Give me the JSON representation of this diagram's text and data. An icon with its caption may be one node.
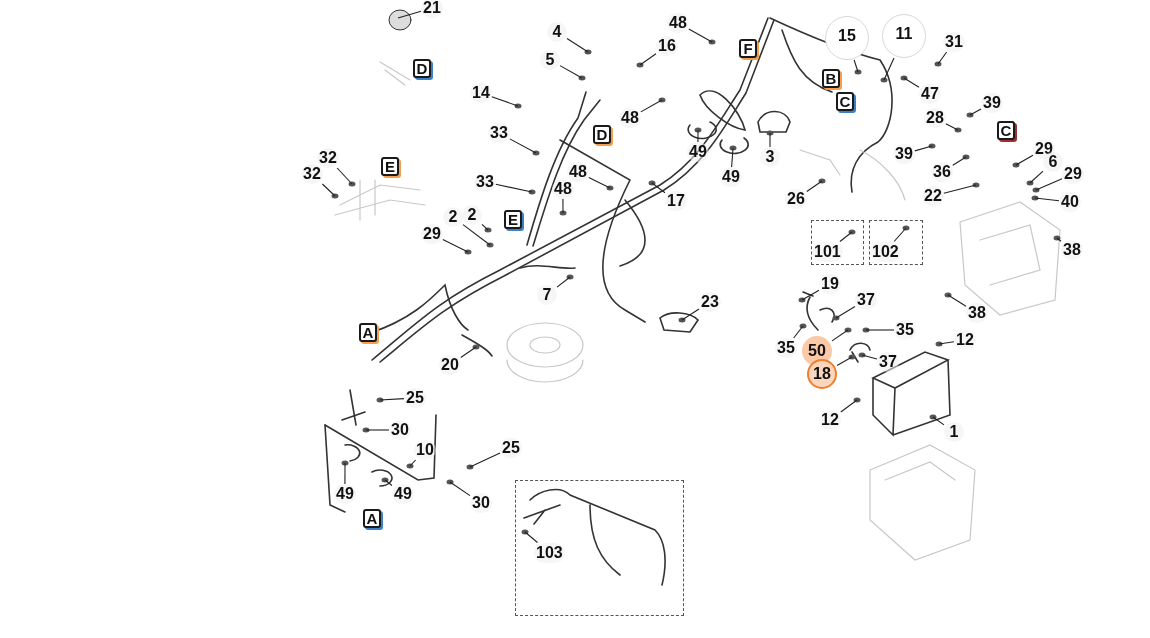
{
  "diagram": {
    "nodes": [
      {
        "text": [
          "21"
        ]
      },
      {
        "text": [
          "15"
        ]
      },
      {
        "text": [
          "11"
        ]
      },
      {
        "text": [
          "48"
        ]
      },
      {
        "text": [
          "4"
        ]
      },
      {
        "text": [
          "31"
        ]
      },
      {
        "text": [
          "16"
        ]
      },
      {
        "text": [
          "F"
        ]
      },
      {
        "text": [
          "5"
        ]
      },
      {
        "text": [
          "D"
        ]
      },
      {
        "text": [
          "B"
        ]
      },
      {
        "text": [
          "47"
        ]
      },
      {
        "text": [
          "14"
        ]
      },
      {
        "text": [
          "C"
        ]
      },
      {
        "text": [
          "39"
        ]
      },
      {
        "text": [
          "48"
        ]
      },
      {
        "text": [
          "28"
        ]
      },
      {
        "text": [
          "C"
        ]
      },
      {
        "text": [
          "33"
        ]
      },
      {
        "text": [
          "D"
        ]
      },
      {
        "text": [
          "29"
        ]
      },
      {
        "text": [
          "49"
        ]
      },
      {
        "text": [
          "39"
        ]
      },
      {
        "text": [
          "3"
        ]
      },
      {
        "text": [
          "32"
        ]
      },
      {
        "text": [
          "E"
        ]
      },
      {
        "text": [
          "6"
        ]
      },
      {
        "text": [
          "48"
        ]
      },
      {
        "text": [
          "36"
        ]
      },
      {
        "text": [
          "32"
        ]
      },
      {
        "text": [
          "49"
        ]
      },
      {
        "text": [
          "29"
        ]
      },
      {
        "text": [
          "33"
        ]
      },
      {
        "text": [
          "48"
        ]
      },
      {
        "text": [
          "22"
        ]
      },
      {
        "text": [
          "26"
        ]
      },
      {
        "text": [
          "40"
        ]
      },
      {
        "text": [
          "17"
        ]
      },
      {
        "text": [
          "2"
        ]
      },
      {
        "text": [
          "2"
        ]
      },
      {
        "text": [
          "E"
        ]
      },
      {
        "text": [],
        "shape": "box"
      },
      {
        "text": [
          "101"
        ],
        "in": 41
      },
      {
        "text": [],
        "shape": "box"
      },
      {
        "text": [
          "102"
        ],
        "in": 43
      },
      {
        "text": [
          "29"
        ]
      },
      {
        "text": [
          "38"
        ]
      },
      {
        "text": [
          "19"
        ]
      },
      {
        "text": [
          "7"
        ]
      },
      {
        "text": [
          "37"
        ]
      },
      {
        "text": [
          "23"
        ]
      },
      {
        "text": [
          "38"
        ]
      },
      {
        "text": [
          "35"
        ]
      },
      {
        "text": [
          "A"
        ]
      },
      {
        "text": [
          "12"
        ]
      },
      {
        "text": [
          "35"
        ]
      },
      {
        "text": [
          "50"
        ]
      },
      {
        "text": [
          "37"
        ]
      },
      {
        "text": [
          "20"
        ]
      },
      {
        "text": [
          "18"
        ]
      },
      {
        "text": [
          "25"
        ]
      },
      {
        "text": [
          "12"
        ]
      },
      {
        "text": [
          "30"
        ]
      },
      {
        "text": [
          "1"
        ]
      },
      {
        "text": [
          "25"
        ]
      },
      {
        "text": [
          "10"
        ]
      },
      {
        "text": [],
        "shape": "box"
      },
      {
        "text": [
          "49"
        ]
      },
      {
        "text": [
          "49"
        ]
      },
      {
        "text": [
          "30"
        ]
      },
      {
        "text": [
          "A"
        ]
      },
      {
        "text": [
          "103"
        ],
        "in": 66
      }
    ],
    "edges": [
      {
        "from": 0,
        "to": null,
        "arrow": "none"
      },
      {
        "from": 1,
        "to": null,
        "arrow": "none"
      },
      {
        "from": 2,
        "to": null,
        "arrow": "none"
      },
      {
        "from": 3,
        "to": null,
        "arrow": "none"
      },
      {
        "from": 4,
        "to": null,
        "arrow": "none"
      },
      {
        "from": 5,
        "to": null,
        "arrow": "none"
      },
      {
        "from": 6,
        "to": null,
        "arrow": "none"
      },
      {
        "from": 8,
        "to": null,
        "arrow": "none"
      },
      {
        "from": 11,
        "to": null,
        "arrow": "none"
      },
      {
        "from": 12,
        "to": null,
        "arrow": "none"
      },
      {
        "from": 14,
        "to": null,
        "arrow": "none"
      },
      {
        "from": 15,
        "to": null,
        "arrow": "none"
      },
      {
        "from": 16,
        "to": null,
        "arrow": "none"
      },
      {
        "from": 18,
        "to": null,
        "arrow": "none"
      },
      {
        "from": 20,
        "to": null,
        "arrow": "none"
      },
      {
        "from": 21,
        "to": null,
        "arrow": "none"
      },
      {
        "from": 22,
        "to": null,
        "arrow": "none"
      },
      {
        "from": 23,
        "to": null,
        "arrow": "none"
      },
      {
        "from": 24,
        "to": null,
        "arrow": "none"
      },
      {
        "from": 26,
        "to": null,
        "arrow": "none"
      },
      {
        "from": 27,
        "to": null,
        "arrow": "none"
      },
      {
        "from": 28,
        "to": null,
        "arrow": "none"
      },
      {
        "from": 29,
        "to": null,
        "arrow": "none"
      },
      {
        "from": 30,
        "to": null,
        "arrow": "none"
      },
      {
        "from": 31,
        "to": null,
        "arrow": "none"
      },
      {
        "from": 32,
        "to": null,
        "arrow": "none"
      },
      {
        "from": 33,
        "to": null,
        "arrow": "none"
      },
      {
        "from": 34,
        "to": null,
        "arrow": "none"
      },
      {
        "from": 35,
        "to": null,
        "arrow": "none"
      },
      {
        "from": 36,
        "to": null,
        "arrow": "none"
      },
      {
        "from": 37,
        "to": null,
        "arrow": "none"
      },
      {
        "from": 38,
        "to": null,
        "arrow": "none"
      },
      {
        "from": 39,
        "to": null,
        "arrow": "none"
      },
      {
        "from": 42,
        "to": null,
        "arrow": "none"
      },
      {
        "from": 44,
        "to": null,
        "arrow": "none"
      },
      {
        "from": 45,
        "to": null,
        "arrow": "none"
      },
      {
        "from": 46,
        "to": null,
        "arrow": "none"
      },
      {
        "from": 47,
        "to": null,
        "arrow": "none"
      },
      {
        "from": 48,
        "to": null,
        "arrow": "none"
      },
      {
        "from": 49,
        "to": null,
        "arrow": "none"
      },
      {
        "from": 50,
        "to": null,
        "arrow": "none"
      },
      {
        "from": 51,
        "to": null,
        "arrow": "none"
      },
      {
        "from": 52,
        "to": null,
        "arrow": "none"
      },
      {
        "from": 54,
        "to": null,
        "arrow": "none"
      },
      {
        "from": 55,
        "to": null,
        "arrow": "none"
      },
      {
        "from": 56,
        "to": null,
        "arrow": "none"
      },
      {
        "from": 57,
        "to": null,
        "arrow": "none"
      },
      {
        "from": 58,
        "to": null,
        "arrow": "none"
      },
      {
        "from": 59,
        "to": null,
        "arrow": "none"
      },
      {
        "from": 60,
        "to": null,
        "arrow": "none"
      },
      {
        "from": 61,
        "to": null,
        "arrow": "none"
      },
      {
        "from": 62,
        "to": null,
        "arrow": "none"
      },
      {
        "from": 63,
        "to": null,
        "arrow": "none"
      },
      {
        "from": 64,
        "to": null,
        "arrow": "none"
      },
      {
        "from": 65,
        "to": null,
        "arrow": "none"
      },
      {
        "from": 67,
        "to": null,
        "arrow": "none"
      },
      {
        "from": 68,
        "to": null,
        "arrow": "none"
      },
      {
        "from": 69,
        "to": null,
        "arrow": "none"
      },
      {
        "from": 71,
        "to": null,
        "arrow": "none"
      }
    ]
  }
}
